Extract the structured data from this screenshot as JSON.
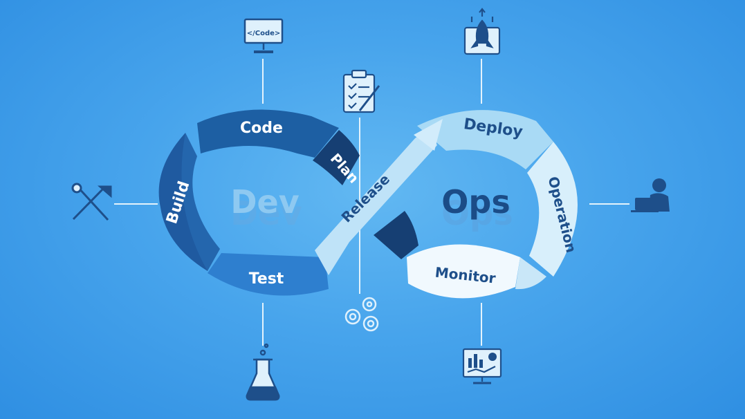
{
  "center": {
    "dev": "Dev",
    "ops": "Ops"
  },
  "stages": {
    "plan": "Plan",
    "code": "Code",
    "build": "Build",
    "test": "Test",
    "release": "Release",
    "deploy": "Deploy",
    "operation": "Operation",
    "monitor": "Monitor"
  },
  "icons": {
    "code_screen_text": "</Code>",
    "code": "monitor-code-icon",
    "plan": "clipboard-checklist-icon",
    "deploy": "rocket-launch-icon",
    "build": "tools-icon",
    "test": "flask-icon",
    "release": "gears-icon",
    "monitor": "analytics-dashboard-icon",
    "operation": "person-at-laptop-icon"
  },
  "colors": {
    "background": "#47a4ec",
    "dev_dark": "#1d5fa3",
    "dev_mid": "#2f7fcd",
    "ops_light": "#d8effb",
    "ops_mid": "#a9daf5",
    "icon": "#1e4f8a",
    "line": "#e4f3fc"
  }
}
